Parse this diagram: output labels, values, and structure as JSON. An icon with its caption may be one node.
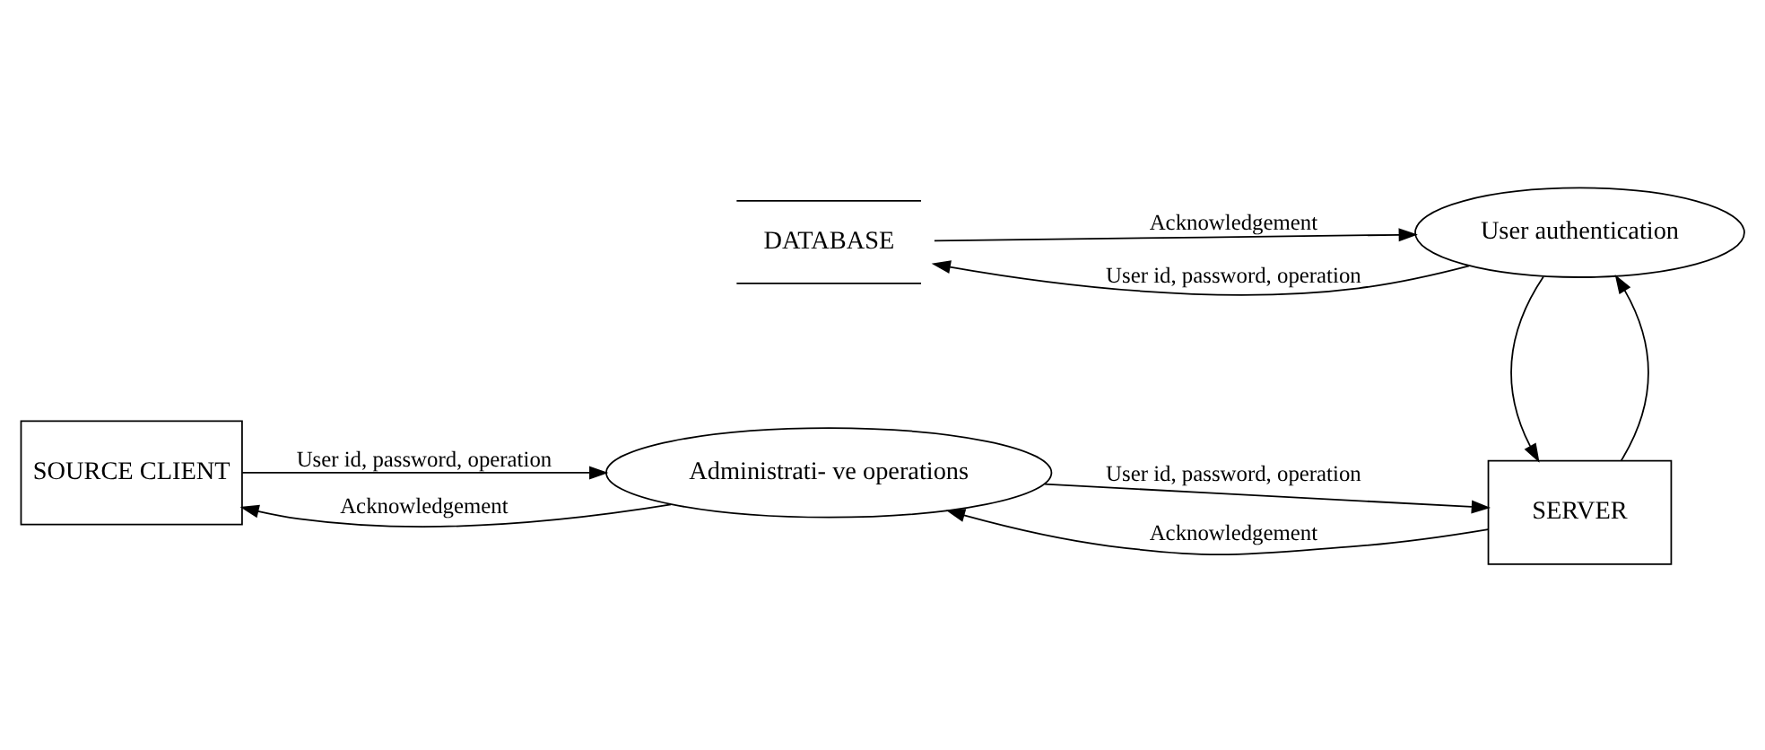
{
  "diagram": {
    "nodes": [
      {
        "text": [
          "SOURCE CLIENT"
        ]
      },
      {
        "text": [
          "Administrati- ve operations"
        ]
      },
      {
        "text": [
          "SERVER"
        ]
      },
      {
        "text": [
          "User authentication"
        ]
      },
      {
        "text": [
          "DATABASE"
        ]
      }
    ],
    "edges": [
      {
        "from": 0,
        "to": 1,
        "arrow": "to",
        "label": "User id, password, operation"
      },
      {
        "from": 1,
        "to": 0,
        "arrow": "to",
        "label": "Acknowledgement"
      },
      {
        "from": 1,
        "to": 2,
        "arrow": "to",
        "label": "User id, password, operation"
      },
      {
        "from": 2,
        "to": 1,
        "arrow": "to",
        "label": "Acknowledgement"
      },
      {
        "from": 2,
        "to": 3,
        "arrow": "to"
      },
      {
        "from": 3,
        "to": 2,
        "arrow": "to"
      },
      {
        "from": 3,
        "to": 4,
        "arrow": "to",
        "label": "User id, password, operation"
      },
      {
        "from": 4,
        "to": 3,
        "arrow": "to",
        "label": "Acknowledgement"
      }
    ]
  }
}
